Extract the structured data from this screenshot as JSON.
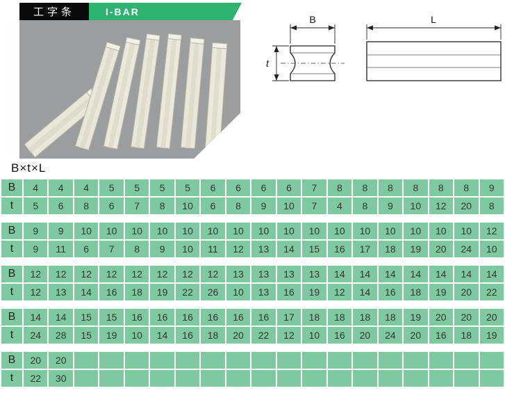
{
  "header": {
    "title_cn": "工字条",
    "title_en": "I-BAR"
  },
  "diagram": {
    "b_label": "B",
    "t_label": "t",
    "l_label": "L"
  },
  "formula": "B×t×L",
  "table": {
    "row_labels": {
      "B": "B",
      "t": "t"
    },
    "groups": [
      {
        "B": [
          "4",
          "4",
          "4",
          "5",
          "5",
          "5",
          "5",
          "6",
          "6",
          "6",
          "6",
          "7",
          "8",
          "8",
          "8",
          "8",
          "8",
          "8",
          "9"
        ],
        "t": [
          "5",
          "6",
          "8",
          "6",
          "7",
          "8",
          "10",
          "6",
          "8",
          "9",
          "10",
          "7",
          "4",
          "8",
          "9",
          "10",
          "12",
          "20",
          "8"
        ]
      },
      {
        "B": [
          "9",
          "9",
          "10",
          "10",
          "10",
          "10",
          "10",
          "10",
          "10",
          "10",
          "10",
          "10",
          "10",
          "10",
          "10",
          "10",
          "10",
          "10",
          "12"
        ],
        "t": [
          "9",
          "11",
          "6",
          "7",
          "8",
          "9",
          "10",
          "11",
          "12",
          "13",
          "14",
          "15",
          "16",
          "17",
          "18",
          "19",
          "20",
          "24",
          "10"
        ]
      },
      {
        "B": [
          "12",
          "12",
          "12",
          "12",
          "12",
          "12",
          "12",
          "12",
          "13",
          "13",
          "13",
          "13",
          "14",
          "14",
          "14",
          "14",
          "14",
          "14",
          "14"
        ],
        "t": [
          "12",
          "13",
          "14",
          "16",
          "18",
          "19",
          "22",
          "26",
          "10",
          "13",
          "16",
          "19",
          "12",
          "14",
          "16",
          "18",
          "19",
          "20",
          "22"
        ]
      },
      {
        "B": [
          "14",
          "14",
          "15",
          "15",
          "16",
          "16",
          "16",
          "16",
          "16",
          "16",
          "17",
          "18",
          "18",
          "18",
          "18",
          "19",
          "20",
          "20",
          "20"
        ],
        "t": [
          "24",
          "28",
          "15",
          "19",
          "10",
          "14",
          "16",
          "18",
          "20",
          "22",
          "12",
          "10",
          "16",
          "20",
          "24",
          "20",
          "16",
          "18",
          "19"
        ]
      },
      {
        "B": [
          "20",
          "20",
          "",
          "",
          "",
          "",
          "",
          "",
          "",
          "",
          "",
          "",
          "",
          "",
          "",
          "",
          "",
          "",
          ""
        ],
        "t": [
          "22",
          "30",
          "",
          "",
          "",
          "",
          "",
          "",
          "",
          "",
          "",
          "",
          "",
          "",
          "",
          "",
          "",
          "",
          ""
        ]
      }
    ]
  },
  "colors": {
    "banner_green": "#2db36f",
    "table_green": "#7fc9a0",
    "photo_gray": "#9b9ea1",
    "header_black": "#0a0a0a"
  }
}
